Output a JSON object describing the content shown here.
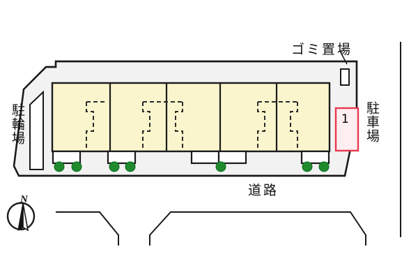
{
  "plan": {
    "title": "",
    "background_color": "#ffffff",
    "site_fill": "#f2f2f2",
    "building_fill": "#faf5cd",
    "stroke_color": "#1a1a1a",
    "shrub_color": "#1f8b2e",
    "stall_border_color": "#e8384f",
    "stall_fill": "#fdeef1",
    "entrance_fill": "#ffffff"
  },
  "labels": {
    "garbage_area": "ゴミ置場",
    "road": "道路",
    "bicycle_parking": "駐輪場",
    "car_parking": "駐車場",
    "north": "N"
  },
  "building": {
    "unit_count": 5,
    "units": [
      {
        "id": "unit-1",
        "label": ""
      },
      {
        "id": "unit-2",
        "label": ""
      },
      {
        "id": "unit-3",
        "label": ""
      },
      {
        "id": "unit-4",
        "label": ""
      },
      {
        "id": "unit-5",
        "label": ""
      }
    ]
  },
  "parking": {
    "stalls": [
      {
        "number": "1",
        "highlighted": true
      }
    ]
  },
  "features": {
    "garbage_bin_icon": "garbage-bin-icon",
    "compass_icon": "compass-rose-icon",
    "shrub_icon": "shrub-icon",
    "shrub_count": 7
  }
}
